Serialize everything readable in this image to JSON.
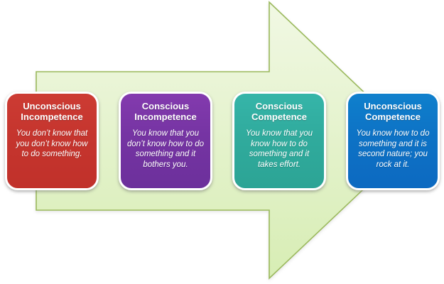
{
  "diagram": {
    "name": "four-stages-of-competence",
    "arrow": {
      "direction": "right",
      "fill_top": "#f1f8e4",
      "fill_bottom": "#d7edb4",
      "border": "#9bb95d"
    },
    "stages": [
      {
        "title": "Unconscious Incompetence",
        "description": "You don’t know that you don’t know how to do something.",
        "color": "#c4342d"
      },
      {
        "title": "Conscious Incompetence",
        "description": "You know that you don’t know how to do something and it bothers you.",
        "color": "#7333a1"
      },
      {
        "title": "Conscious Competence",
        "description": "You know that you know how to do something and it takes effort.",
        "color": "#2fa99b"
      },
      {
        "title": "Unconscious Competence",
        "description": "You know how to do something and it is second nature; you rock at it.",
        "color": "#0d70c4"
      }
    ]
  }
}
